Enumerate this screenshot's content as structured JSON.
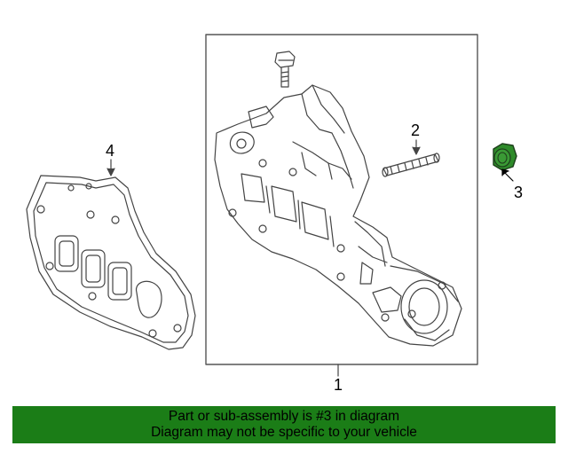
{
  "callouts": {
    "part_1": "1",
    "part_2": "2",
    "part_3": "3",
    "part_4": "4"
  },
  "highlight": {
    "part": "3",
    "color": "#2e8b2a"
  },
  "banner": {
    "line1": "Part or sub-assembly is #3 in diagram",
    "line2": "Diagram may not be specific to your vehicle",
    "background": "#1b7d17"
  }
}
